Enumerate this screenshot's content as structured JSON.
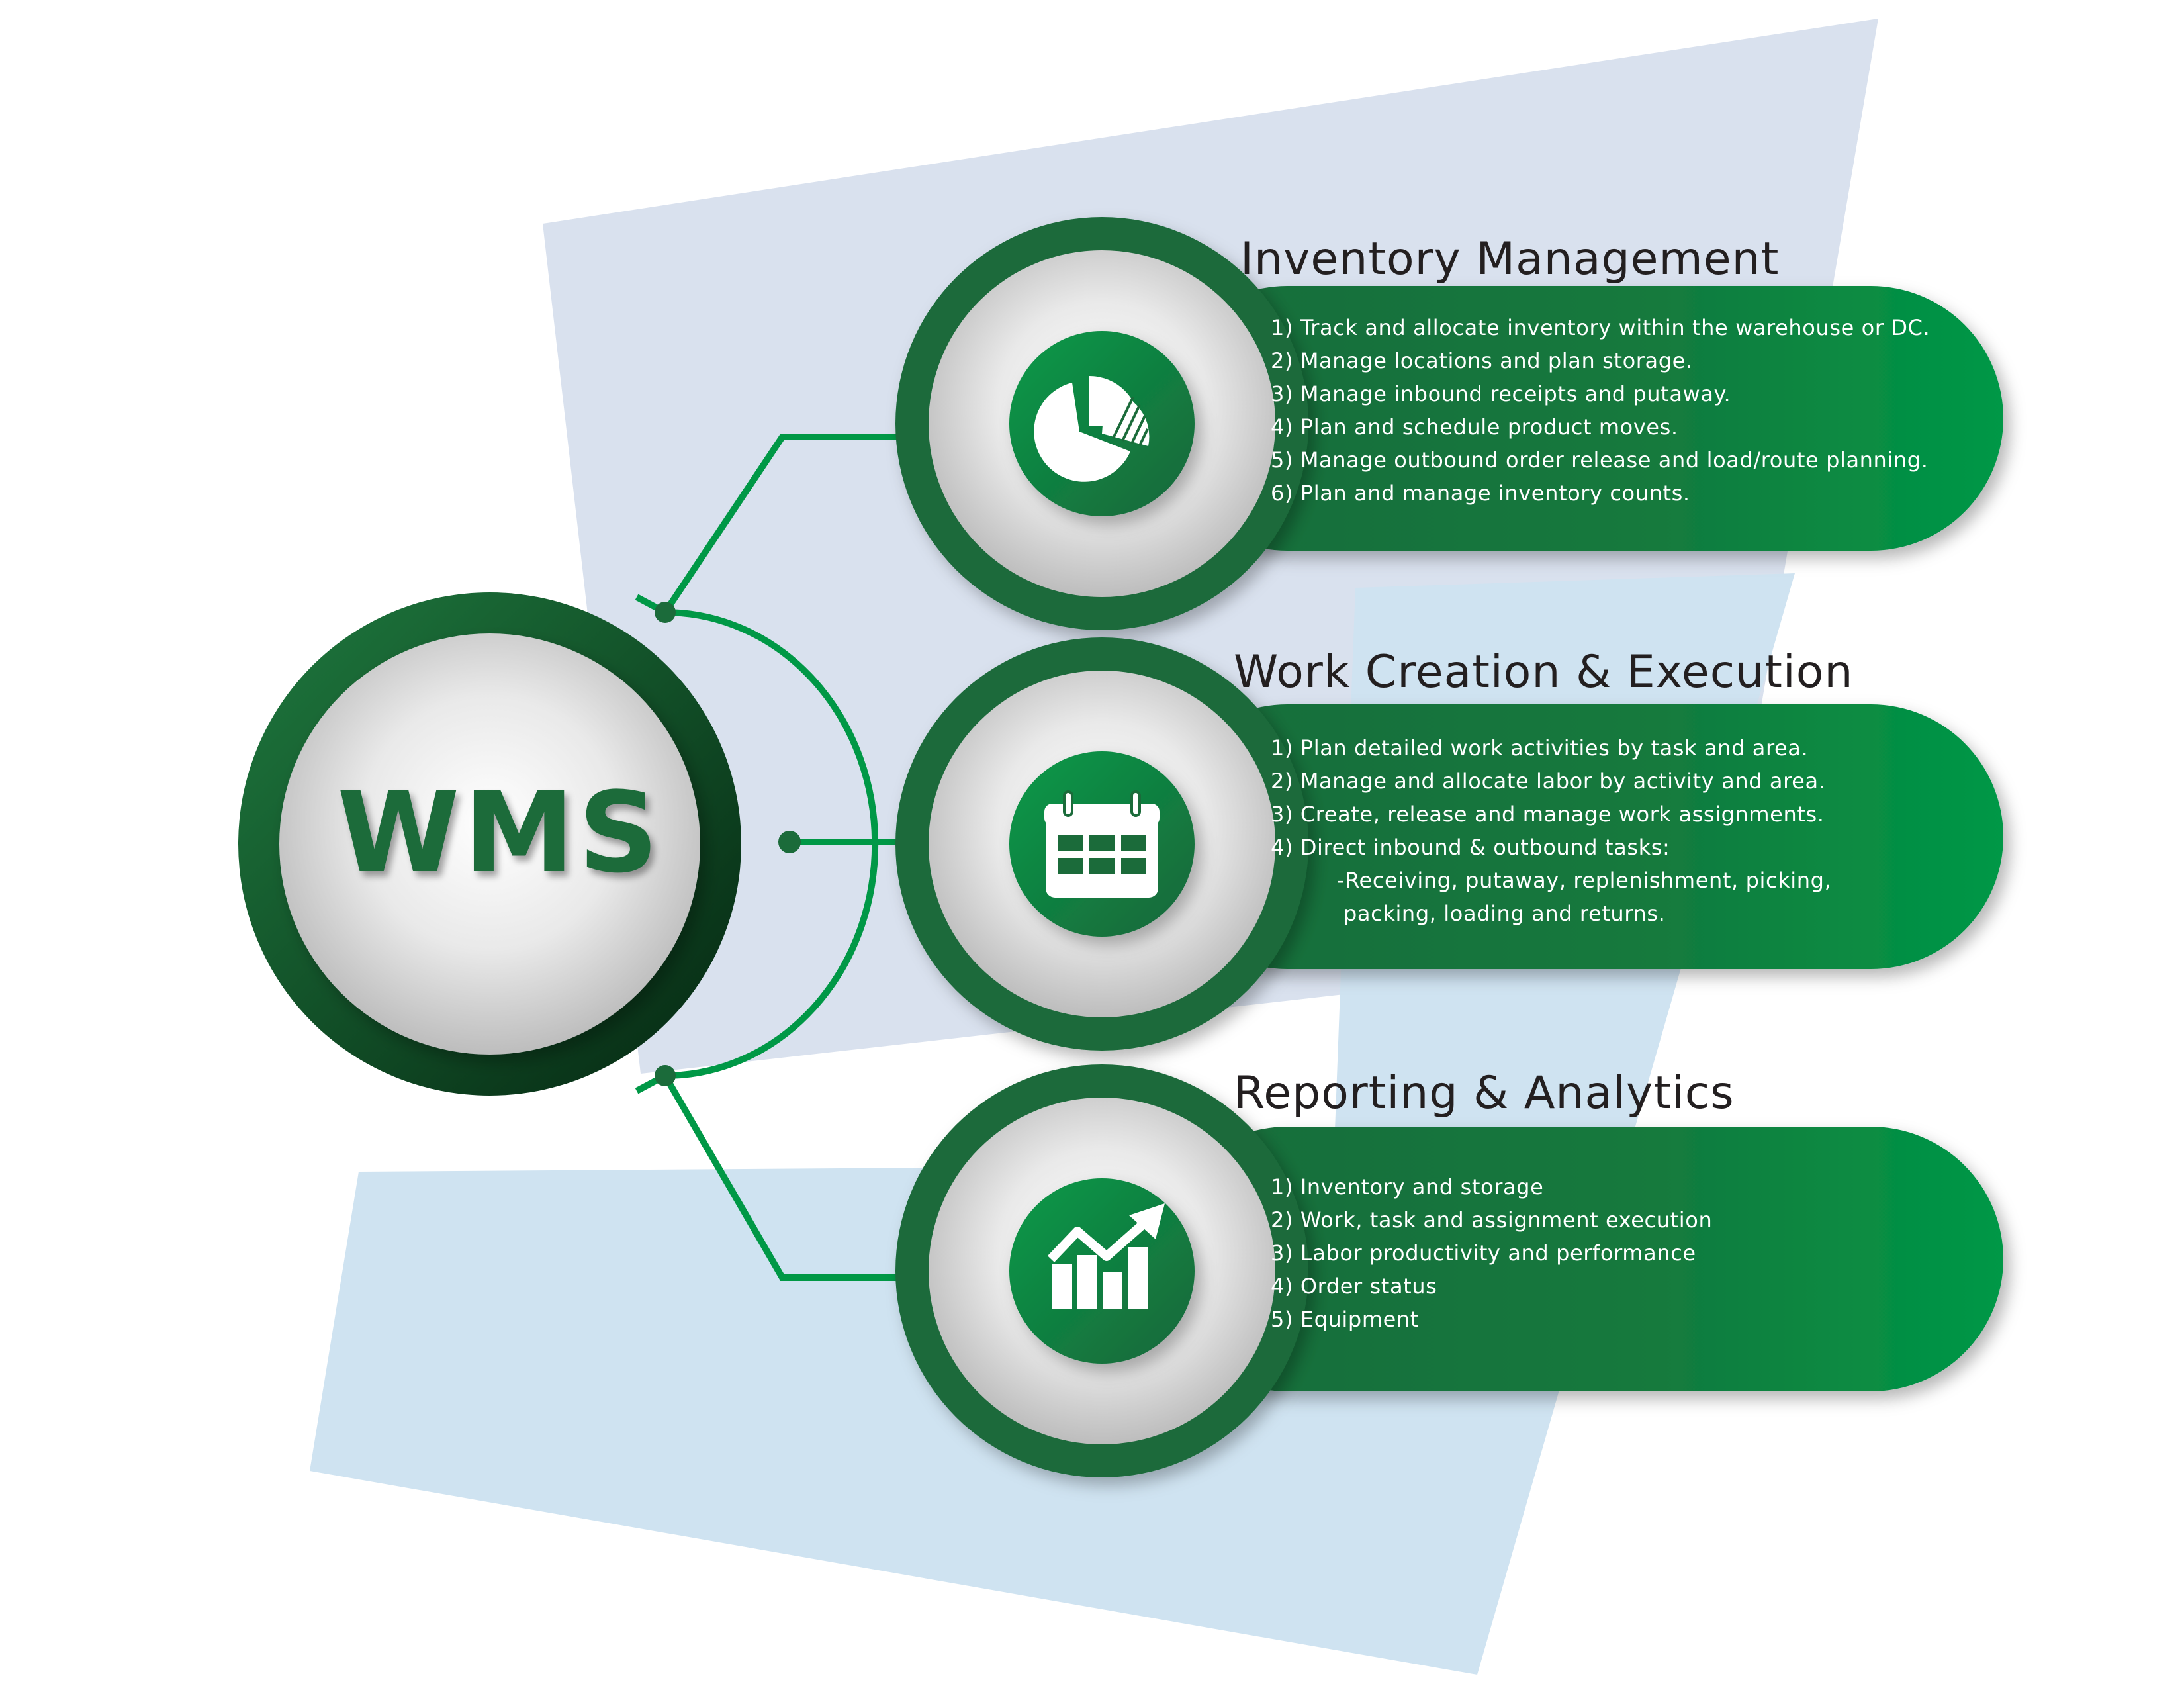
{
  "colors": {
    "primary_green": "#1b6b3a",
    "accent_green": "#009846",
    "dark_green": "#0a3d1c",
    "bg_shape_back": "#d9e1ee",
    "bg_shape_front": "#cfe3f1"
  },
  "hub": {
    "label": "WMS"
  },
  "modules": [
    {
      "title": "Inventory Management",
      "icon": "pie-chart-icon",
      "items": [
        "1) Track and allocate inventory within the warehouse or DC.",
        "2) Manage locations and plan storage.",
        "3) Manage inbound receipts and putaway.",
        "4) Plan and schedule product moves.",
        "5) Manage outbound order release and load/route planning.",
        "6) Plan and manage inventory counts."
      ]
    },
    {
      "title": "Work Creation & Execution",
      "icon": "calendar-icon",
      "items": [
        "1) Plan detailed work activities by task and area.",
        "2) Manage and allocate labor by activity and area.",
        "3) Create, release and manage work assignments.",
        "4) Direct inbound & outbound tasks:",
        "-Receiving, putaway, replenishment, picking,",
        "packing, loading and returns."
      ]
    },
    {
      "title": "Reporting & Analytics",
      "icon": "growth-chart-icon",
      "items": [
        "1) Inventory and storage",
        "2) Work, task and assignment execution",
        "3) Labor productivity and performance",
        "4) Order status",
        "5) Equipment"
      ]
    }
  ]
}
